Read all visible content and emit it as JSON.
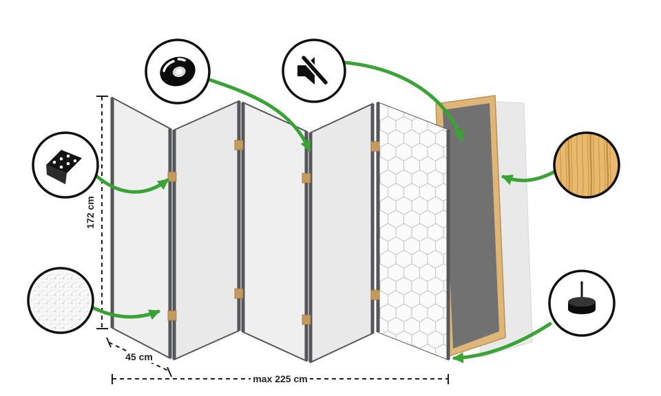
{
  "dimensions": {
    "height": "172 cm",
    "panel_width": "45 cm",
    "total_width": "max 225 cm"
  },
  "panels": {
    "count": 5
  },
  "callout_icons": [
    "hinge-icon",
    "fleece-texture-icon",
    "tape-icon",
    "muted-speaker-icon",
    "wood-texture-icon",
    "foot-pad-icon"
  ],
  "colors": {
    "accent_green": "#3aa336",
    "panel_fill": "#ededed",
    "panel_edge": "#55565a",
    "pattern_line": "#c9c9c9",
    "wood_frame": "#e0b678",
    "dark_panel": "#717171",
    "hinge_tan": "#c49a5e",
    "dimension_text": "#222222"
  }
}
